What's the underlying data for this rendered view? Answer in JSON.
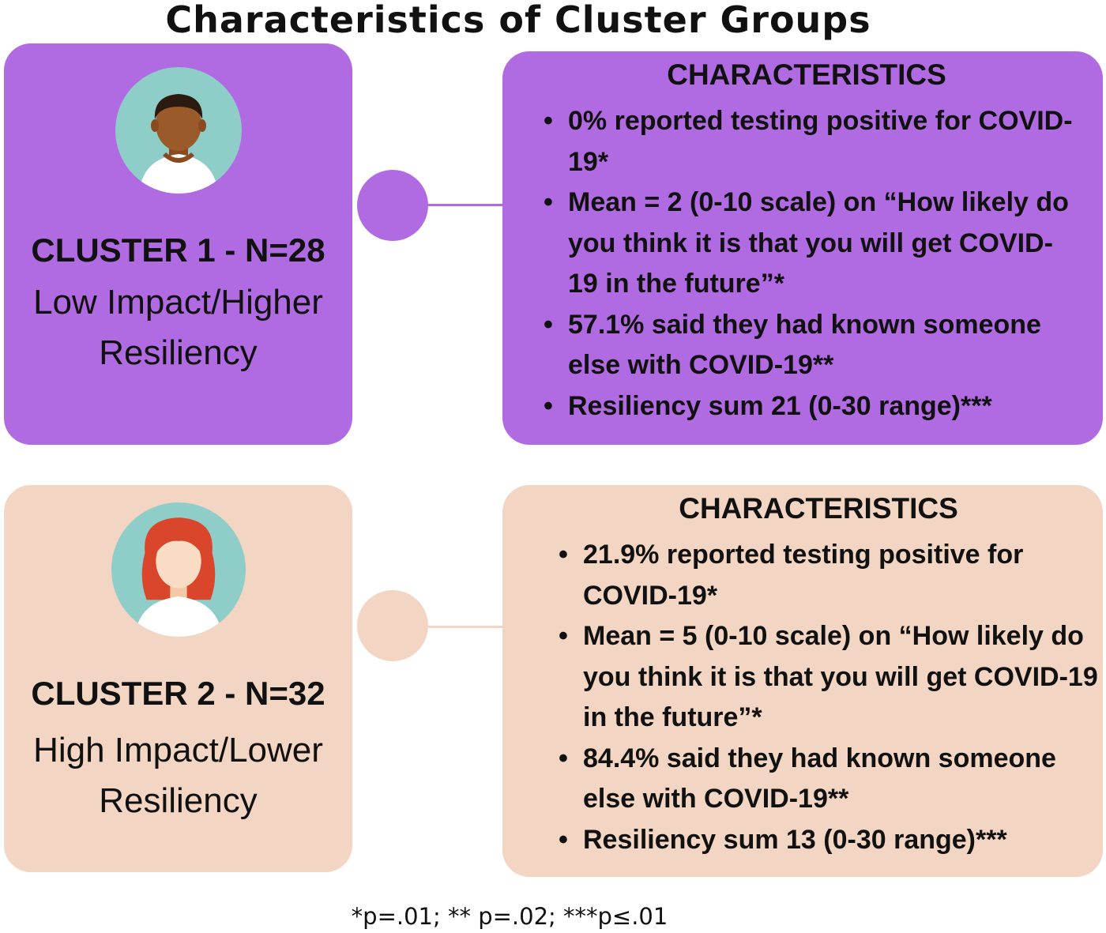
{
  "title": "Characteristics of Cluster Groups",
  "clusters": [
    {
      "name": "CLUSTER 1 - N=28",
      "description_lines": [
        "Low Impact/Higher",
        "Resiliency"
      ],
      "avatar_icon": "male-avatar-icon",
      "characteristics_heading": "CHARACTERISTICS",
      "characteristics": [
        "0% reported testing positive for COVID-19*",
        "Mean = 2 (0-10 scale) on “How likely do you think it is that you will get COVID-19 in the future”*",
        "57.1% said they had known someone else with COVID-19**",
        "Resiliency sum 21 (0-30 range)***"
      ]
    },
    {
      "name": "CLUSTER 2 - N=32",
      "description_lines": [
        "High Impact/Lower",
        "Resiliency"
      ],
      "avatar_icon": "female-avatar-icon",
      "characteristics_heading": "CHARACTERISTICS",
      "characteristics": [
        "21.9% reported testing positive for COVID-19*",
        "Mean = 5 (0-10 scale) on “How likely do you think it is that you will get COVID-19 in the future”*",
        "84.4% said they had known someone else with COVID-19**",
        "Resiliency sum 13 (0-30 range)***"
      ]
    }
  ],
  "footnote": "*p=.01; ** p=.02; ***p≤.01",
  "colors": {
    "cluster1_fill": "#b16be2",
    "cluster2_fill": "#f2d5c2",
    "avatar_background": "#8fcdc9"
  }
}
